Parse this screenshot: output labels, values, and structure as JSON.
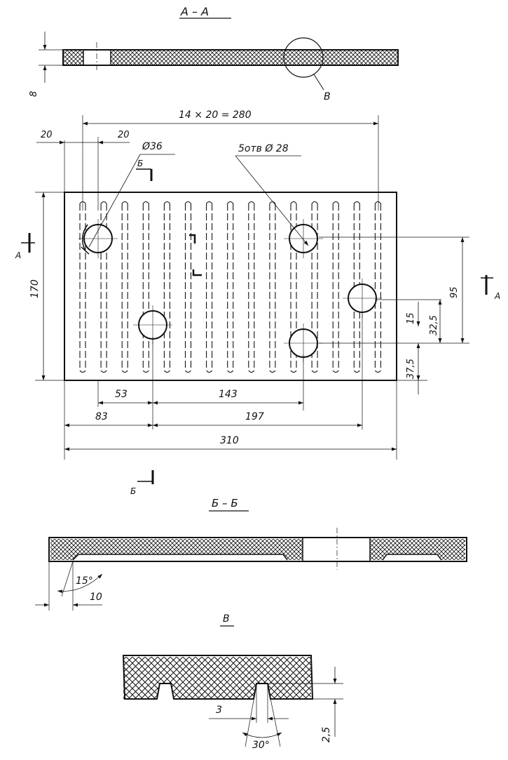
{
  "section_aa": {
    "title": "А – А",
    "thickness": "8",
    "detail_ref": "В"
  },
  "plan": {
    "pitch": "14 × 20 = 280",
    "edge_offset": "20",
    "slot_width": "20",
    "big_hole": "Ø36",
    "small_holes": "5отв Ø 28",
    "height": "170",
    "dim_95": "95",
    "dim_15": "15",
    "dim_32_5": "32,5",
    "dim_37_5": "37,5",
    "dim_53": "53",
    "dim_143": "143",
    "dim_83": "83",
    "dim_197": "197",
    "width": "310",
    "cut_a": "А",
    "cut_b": "Б"
  },
  "section_bb": {
    "title": "Б – Б",
    "angle": "15°",
    "length": "10"
  },
  "detail_v": {
    "title": "В",
    "width": "3",
    "depth": "2,5",
    "angle": "30°"
  }
}
